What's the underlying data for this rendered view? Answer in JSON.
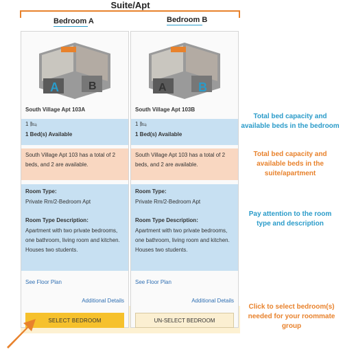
{
  "header": {
    "suite_label": "Suite/Apt",
    "bedroom_a_label": "Bedroom A",
    "bedroom_b_label": "Bedroom B"
  },
  "cards": [
    {
      "room_name": "South Village Apt 103A",
      "bed_count": "1",
      "beds_available": "1 Bed(s) Available",
      "suite_summary": "South Village Apt 103 has a total of 2 beds, and 2 are available.",
      "room_type_heading": "Room Type:",
      "room_type": "Private Rm/2-Bedroom Apt",
      "room_type_desc_heading": "Room Type Description:",
      "room_type_desc": "Apartment with two private bedrooms, one bathroom, living room and kitchen. Houses two students.",
      "floor_plan_link": "See Floor Plan",
      "details_link": "Additional Details",
      "button_label": "SELECT BEDROOM",
      "highlight": "A"
    },
    {
      "room_name": "South Village Apt 103B",
      "bed_count": "1",
      "beds_available": "1 Bed(s) Available",
      "suite_summary": "South Village Apt 103 has a total of 2 beds, and 2 are available.",
      "room_type_heading": "Room Type:",
      "room_type": "Private Rm/2-Bedroom Apt",
      "room_type_desc_heading": "Room Type Description:",
      "room_type_desc": "Apartment with two private bedrooms, one bathroom, living room and kitchen. Houses two students.",
      "floor_plan_link": "See Floor Plan",
      "details_link": "Additional Details",
      "button_label": "UN-SELECT BEDROOM",
      "highlight": "B"
    }
  ],
  "notes": {
    "bed_capacity_bedroom": "Total bed capacity and available beds in the bedroom",
    "bed_capacity_suite": "Total bed capacity and available beds in the suite/apartment",
    "room_type": "Pay attention to the room type and description",
    "select": "Click to select bedroom(s) needed for your roommate group"
  },
  "colors": {
    "accent_orange": "#e8822c",
    "accent_blue": "#2a9bc9",
    "select_yellow": "#f6c12c"
  }
}
